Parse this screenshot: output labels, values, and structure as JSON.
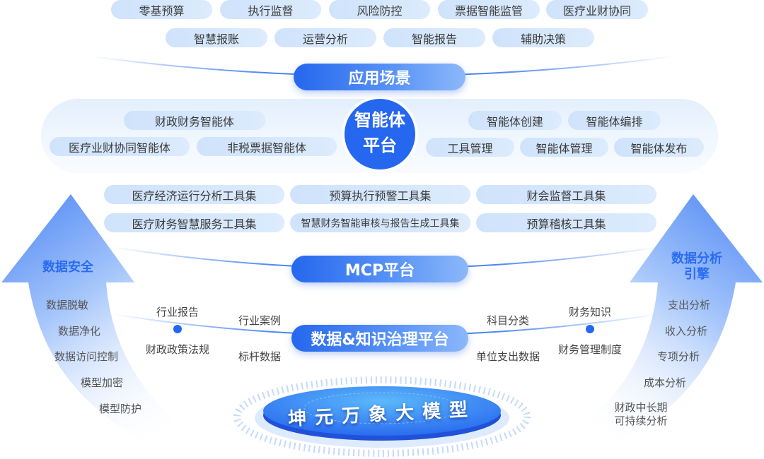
{
  "application_scenarios": {
    "title": "应用场景",
    "row1": [
      "零基预算",
      "执行监督",
      "风险防控",
      "票据智能监管",
      "医疗业财协同"
    ],
    "row2": [
      "智慧报账",
      "运营分析",
      "智能报告",
      "辅助决策"
    ]
  },
  "agent_platform": {
    "title_line1": "智能体",
    "title_line2": "平台",
    "left": [
      "财政财务智能体",
      "医疗业财协同智能体",
      "非税票据智能体"
    ],
    "right": [
      "智能体创建",
      "智能体编排",
      "工具管理",
      "智能体管理",
      "智能体发布"
    ]
  },
  "tools": {
    "row1": [
      "医疗经济运行分析工具集",
      "预算执行预警工具集",
      "财会监督工具集"
    ],
    "row2": [
      "医疗财务智慧服务工具集",
      "智慧财务智能审核与报告生成工具集",
      "预算稽核工具集"
    ]
  },
  "mcp": {
    "title": "MCP平台"
  },
  "data_platform": {
    "title": "数据&知识治理平台",
    "nodes": [
      {
        "top": "行业报告",
        "bottom": "财政政策法规"
      },
      {
        "top": "行业案例",
        "bottom": "标杆数据"
      },
      {
        "top": "科目分类",
        "bottom": "单位支出数据"
      },
      {
        "top": "财务知识",
        "bottom": "财务管理制度"
      }
    ]
  },
  "base_model": {
    "title": "坤元万象大模型"
  },
  "data_security": {
    "title": "数据安全",
    "items": [
      "数据脱敏",
      "数据净化",
      "数据访问控制",
      "模型加密",
      "模型防护"
    ]
  },
  "analysis_engine": {
    "title_line1": "数据分析",
    "title_line2": "引擎",
    "items": [
      "支出分析",
      "收入分析",
      "专项分析",
      "成本分析"
    ],
    "last_line1": "财政中长期",
    "last_line2": "可持续分析"
  },
  "colors": {
    "accent": "#2567ee",
    "pill": "#d6e8fc"
  }
}
